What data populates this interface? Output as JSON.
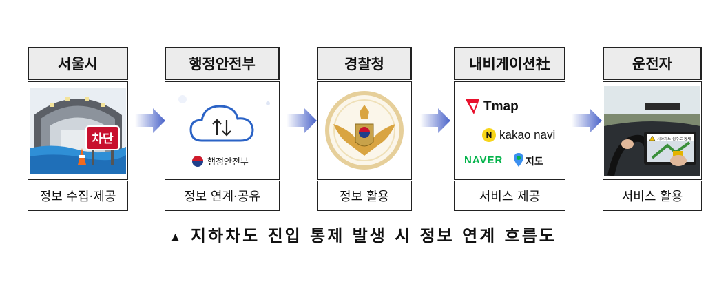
{
  "cards": [
    {
      "title": "서울시",
      "footer": "정보 수집·제공",
      "sign": "차단"
    },
    {
      "title": "행정안전부",
      "footer": "정보 연계·공유",
      "ministry": "행정안전부"
    },
    {
      "title": "경찰청",
      "footer": "정보 활용"
    },
    {
      "title": "내비게이션社",
      "footer": "서비스 제공",
      "brands": {
        "tmap": "Tmap",
        "kakao": "kakao navi",
        "naver": "NAVER",
        "naver_suffix": "지도"
      }
    },
    {
      "title": "운전자",
      "footer": "서비스 활용",
      "screen_text": "지하차도 침수로 통제"
    }
  ],
  "caption": "지하차도 진입 통제 발생 시 정보 연계 흐름도",
  "caption_marker": "▲",
  "colors": {
    "header_bg": "#ececec",
    "arrow_start": "#ffffff",
    "arrow_end": "#4a63c9"
  }
}
